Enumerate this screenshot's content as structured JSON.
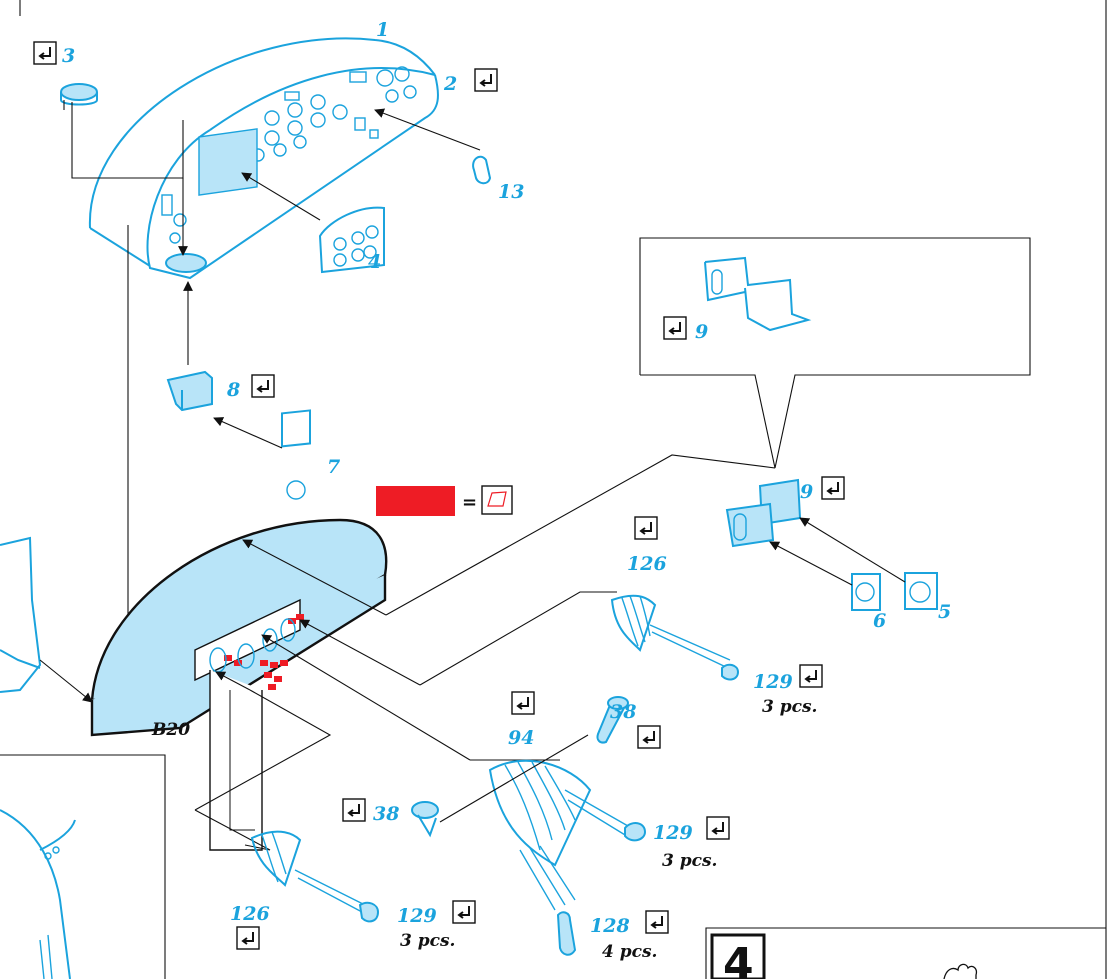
{
  "colors": {
    "part_blue": "#1ba3dd",
    "fill_blue": "#b8e4f8",
    "paint_red": "#ee1c25",
    "line_black": "#111111"
  },
  "labels": {
    "p1": "1",
    "p2": "2",
    "p3": "3",
    "p4": "4",
    "p5": "5",
    "p6": "6",
    "p7": "7",
    "p8": "8",
    "p9_inset": "9",
    "p9": "9",
    "p13": "13",
    "p38_top": "38",
    "p38_left": "38",
    "p94": "94",
    "p126_right": "126",
    "p126_left": "126",
    "p128": "128",
    "p129_a": "129",
    "p129_b": "129",
    "p129_c": "129"
  },
  "quantities": {
    "q129_a": "3 pcs.",
    "q129_b": "3 pcs.",
    "q129_c": "3 pcs.",
    "q128": "4 pcs."
  },
  "subassembly": "B20",
  "step_number": "4",
  "legend": {
    "equals": "="
  },
  "icons": [
    "bend-icon",
    "paint-swatch-icon",
    "decal-icon"
  ]
}
